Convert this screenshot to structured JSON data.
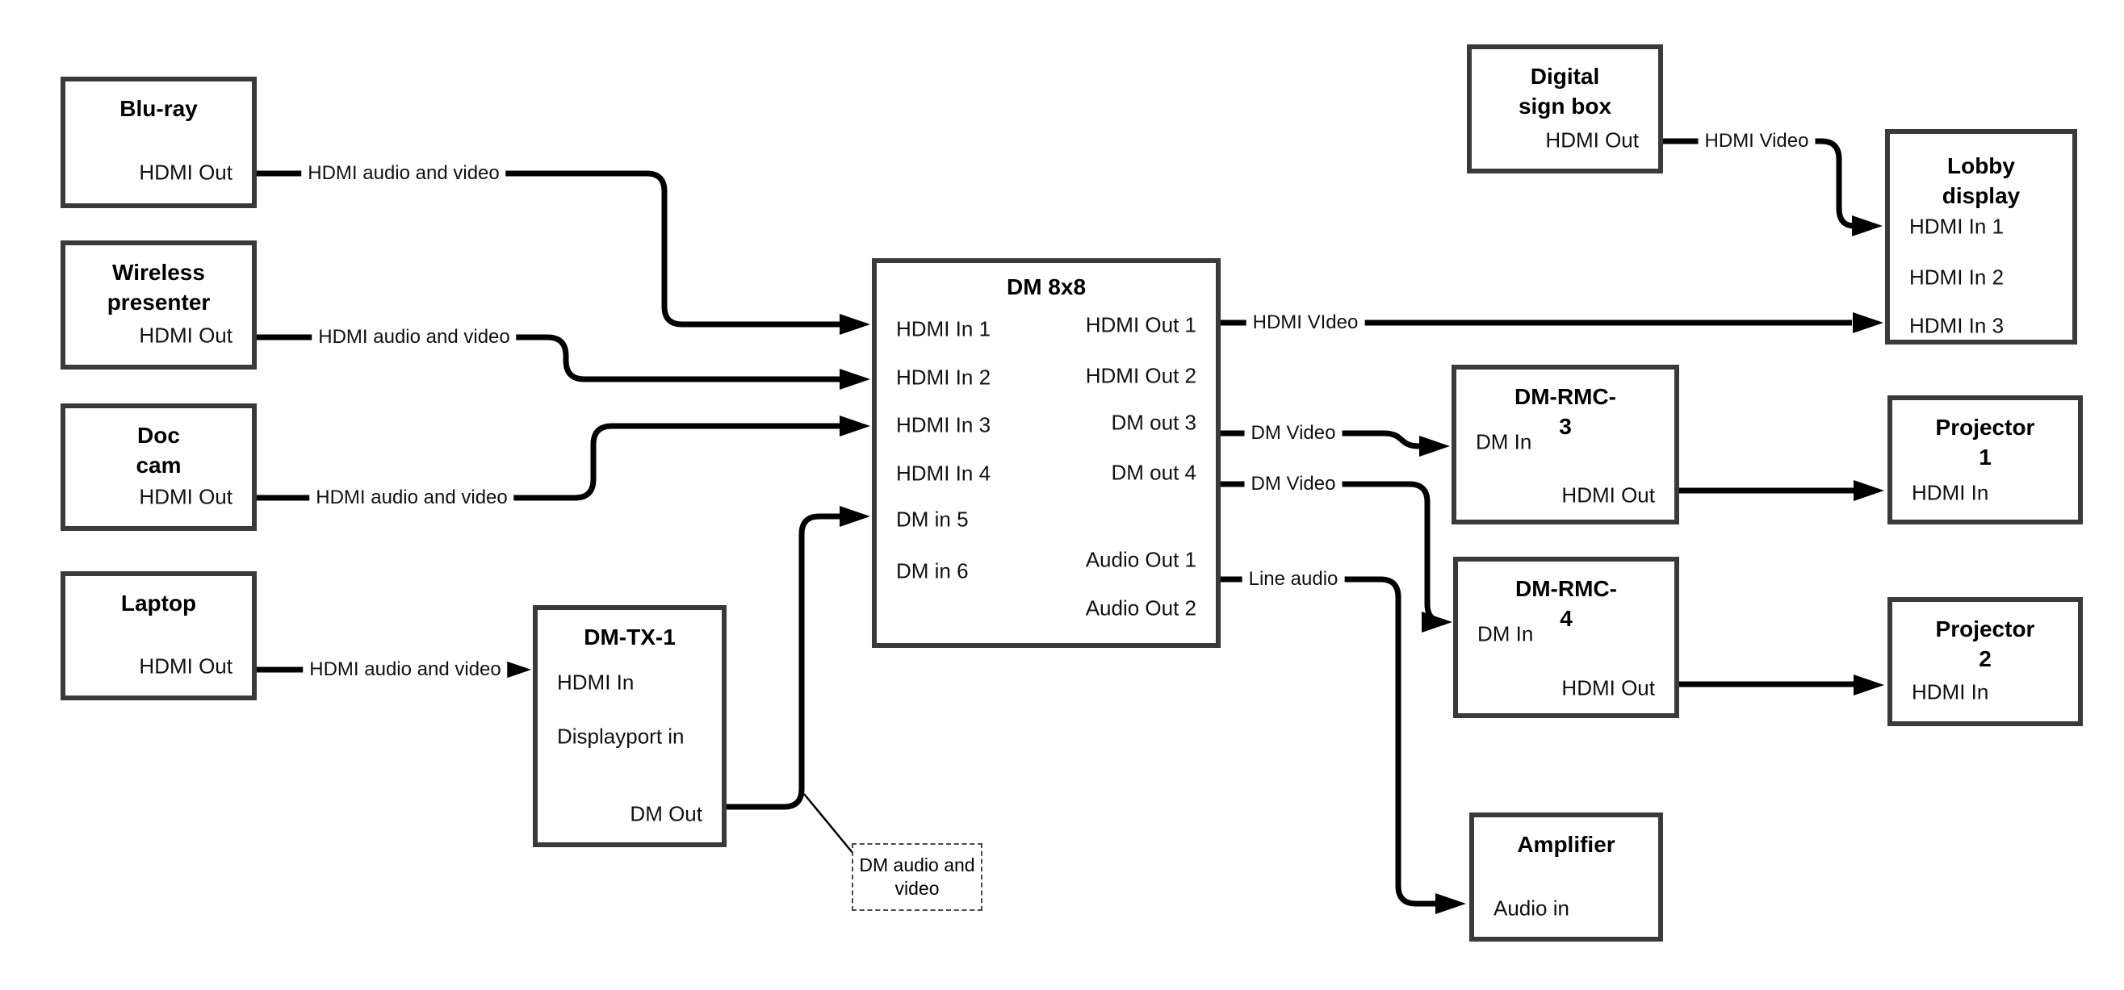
{
  "diagram": {
    "nodes": {
      "bluray": {
        "title": "Blu-ray",
        "port_out": "HDMI Out"
      },
      "wireless": {
        "title": "Wireless presenter",
        "port_out": "HDMI Out"
      },
      "doccam": {
        "title": "Doc cam",
        "port_out": "HDMI Out"
      },
      "laptop": {
        "title": "Laptop",
        "port_out": "HDMI Out"
      },
      "dmtx1": {
        "title": "DM-TX-1",
        "hdmi_in": "HDMI In",
        "dp_in": "Displayport in",
        "dm_out": "DM Out"
      },
      "dm8x8": {
        "title": "DM 8x8",
        "inputs": [
          "HDMI In 1",
          "HDMI In 2",
          "HDMI In 3",
          "HDMI In 4",
          "DM in 5",
          "DM in 6"
        ],
        "outputs": [
          "HDMI Out 1",
          "HDMI Out 2",
          "DM out 3",
          "DM out 4",
          "Audio Out 1",
          "Audio Out 2"
        ]
      },
      "digisign": {
        "title": "Digital sign box",
        "port_out": "HDMI Out"
      },
      "lobby": {
        "title": "Lobby display",
        "inputs": [
          "HDMI In 1",
          "HDMI In 2",
          "HDMI In 3"
        ]
      },
      "rmc3": {
        "title": "DM-RMC-3",
        "dm_in": "DM In",
        "hdmi_out": "HDMI Out"
      },
      "rmc4": {
        "title": "DM-RMC-4",
        "dm_in": "DM In",
        "hdmi_out": "HDMI Out"
      },
      "proj1": {
        "title": "Projector 1",
        "hdmi_in": "HDMI In"
      },
      "proj2": {
        "title": "Projector 2",
        "hdmi_in": "HDMI In"
      },
      "amp": {
        "title": "Amplifier",
        "audio_in": "Audio in"
      }
    },
    "cable_labels": {
      "bluray": "HDMI audio and video",
      "wireless": "HDMI audio and video",
      "doccam": "HDMI audio and video",
      "laptop": "HDMI audio and video",
      "hdmi_out1": "HDMI VIdeo",
      "dm_out3": "DM Video",
      "dm_out4": "DM Video",
      "audio_out1": "Line audio",
      "digisign": "HDMI Video"
    },
    "note_text": "DM audio and video",
    "colors": {
      "cable": "#000000",
      "box_border": "#3a3a3a",
      "text": "#000000",
      "background": "#ffffff"
    }
  }
}
